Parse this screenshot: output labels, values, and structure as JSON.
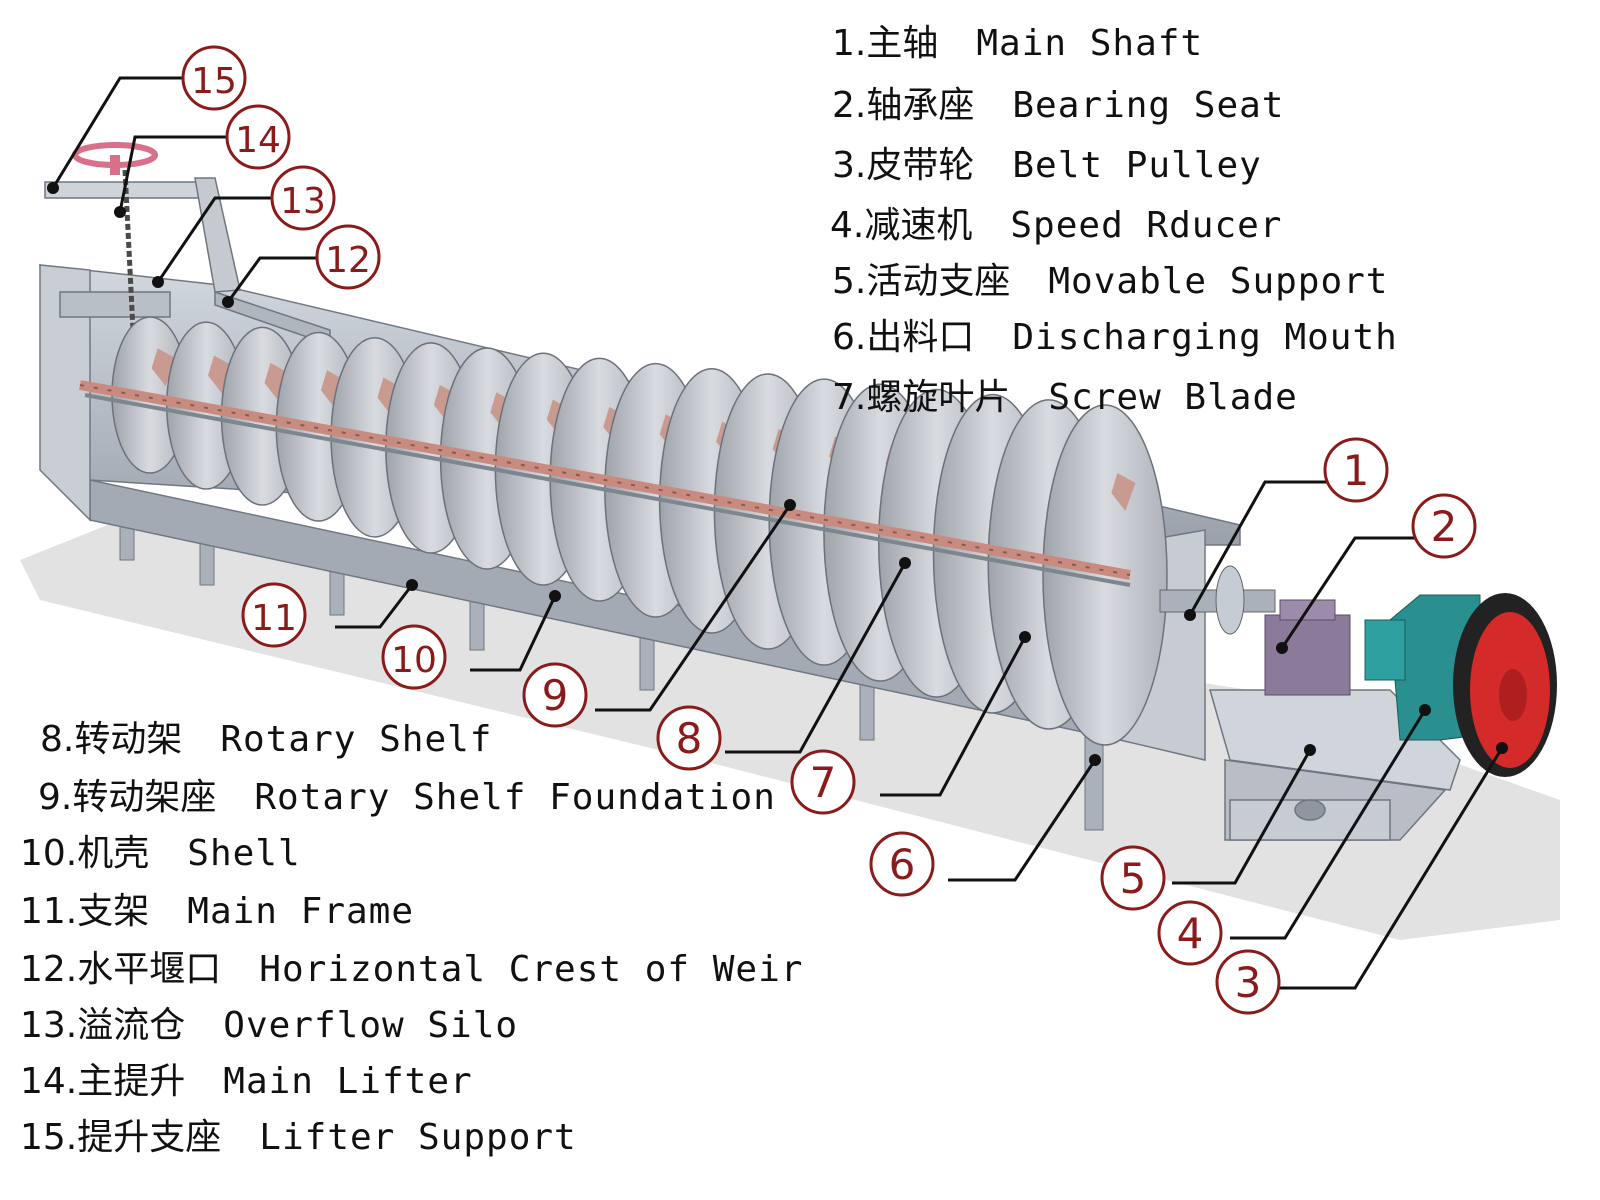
{
  "parts": [
    {
      "number": "1.",
      "cn": "主轴",
      "en": "Main Shaft"
    },
    {
      "number": "2.",
      "cn": "轴承座",
      "en": "Bearing Seat"
    },
    {
      "number": "3.",
      "cn": "皮带轮",
      "en": "Belt Pulley"
    },
    {
      "number": "4.",
      "cn": "减速机",
      "en": "Speed Rducer"
    },
    {
      "number": "5.",
      "cn": "活动支座",
      "en": "Movable Support"
    },
    {
      "number": "6.",
      "cn": "出料口",
      "en": "Discharging Mouth"
    },
    {
      "number": "7.",
      "cn": "螺旋叶片",
      "en": "Screw Blade"
    },
    {
      "number": "8.",
      "cn": "转动架",
      "en": "Rotary Shelf"
    },
    {
      "number": "9.",
      "cn": "转动架座",
      "en": "Rotary Shelf Foundation"
    },
    {
      "number": "10.",
      "cn": "机壳",
      "en": "Shell"
    },
    {
      "number": "11.",
      "cn": "支架",
      "en": "Main Frame"
    },
    {
      "number": "12.",
      "cn": "水平堰口",
      "en": "Horizontal Crest of Weir"
    },
    {
      "number": "13.",
      "cn": "溢流仓",
      "en": "Overflow Silo"
    },
    {
      "number": "14.",
      "cn": "主提升",
      "en": "Main Lifter"
    },
    {
      "number": "15.",
      "cn": "提升支座",
      "en": "Lifter Support"
    }
  ],
  "callouts": [
    "1",
    "2",
    "3",
    "4",
    "5",
    "6",
    "7",
    "8",
    "9",
    "10",
    "11",
    "12",
    "13",
    "14",
    "15"
  ],
  "colors": {
    "callout": "#8b1a1a",
    "steel": "#b8bec7",
    "blade": "#c2c6cc",
    "bracket": "#c99a90",
    "reducer": "#2a8f8f",
    "bearing": "#8c7a9a",
    "pulley": "#d42a2a",
    "handwheel": "#d8708a"
  }
}
